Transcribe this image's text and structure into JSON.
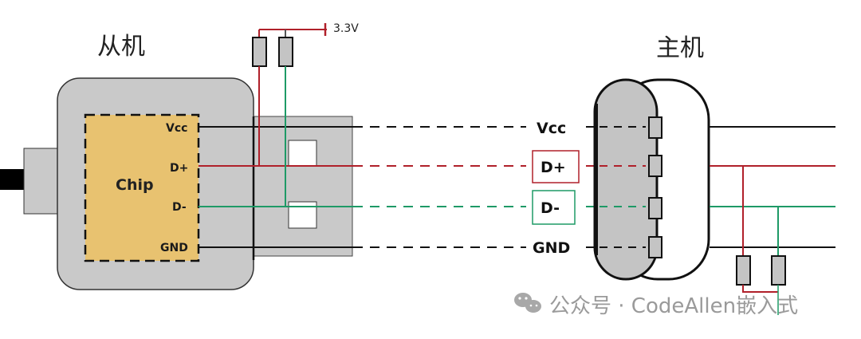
{
  "titles": {
    "slave": "从机",
    "host": "主机"
  },
  "chip": {
    "label": "Chip",
    "pins": [
      "Vcc",
      "D+",
      "D-",
      "GND"
    ]
  },
  "pullup": {
    "voltage": "3.3V"
  },
  "lines": [
    {
      "label": "Vcc",
      "color": "#111111",
      "boxed": false
    },
    {
      "label": "D+",
      "color": "#b0202a",
      "boxed": true
    },
    {
      "label": "D-",
      "color": "#1e9a66",
      "boxed": true
    },
    {
      "label": "GND",
      "color": "#111111",
      "boxed": false
    }
  ],
  "colors": {
    "red": "#b0202a",
    "green": "#1e9a66",
    "black": "#111111",
    "gray": "#c9c9c9",
    "chip": "#e8c270"
  },
  "watermark": {
    "text": "公众号 · CodeAllen嵌入式"
  }
}
